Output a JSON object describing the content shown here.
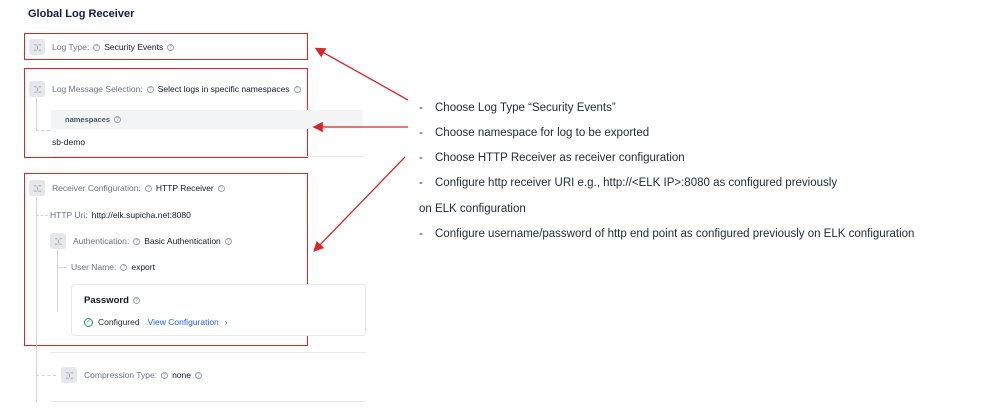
{
  "page": {
    "title": "Global Log Receiver"
  },
  "log_type": {
    "label": "Log Type:",
    "value": "Security Events"
  },
  "log_selection": {
    "label": "Log Message Selection:",
    "value": "Select logs in specific namespaces",
    "column_header": "namespaces",
    "items": [
      "sb-demo"
    ]
  },
  "receiver": {
    "label": "Receiver Configuration:",
    "value": "HTTP Receiver",
    "http_uri_label": "HTTP Uri:",
    "http_uri_value": "http://elk.supicha.net:8080",
    "auth_label": "Authentication:",
    "auth_value": "Basic Authentication",
    "username_label": "User Name:",
    "username_value": "export",
    "password_title": "Password",
    "password_status": "Configured",
    "password_link": "View Configuration"
  },
  "compression": {
    "label": "Compression Type:",
    "value": "none"
  },
  "annotations": [
    "Choose Log Type “Security Events”",
    "Choose namespace for log to be exported",
    "Choose HTTP Receiver as receiver configuration",
    "Configure http receiver URI e.g., http://<ELK IP>:8080 as configured previously",
    "on ELK configuration",
    "Configure username/password of http end point as configured previously on ELK configuration"
  ],
  "colors": {
    "highlight": "#dc2626",
    "link": "#2563eb",
    "success": "#16a34a",
    "title": "#101b4d"
  }
}
